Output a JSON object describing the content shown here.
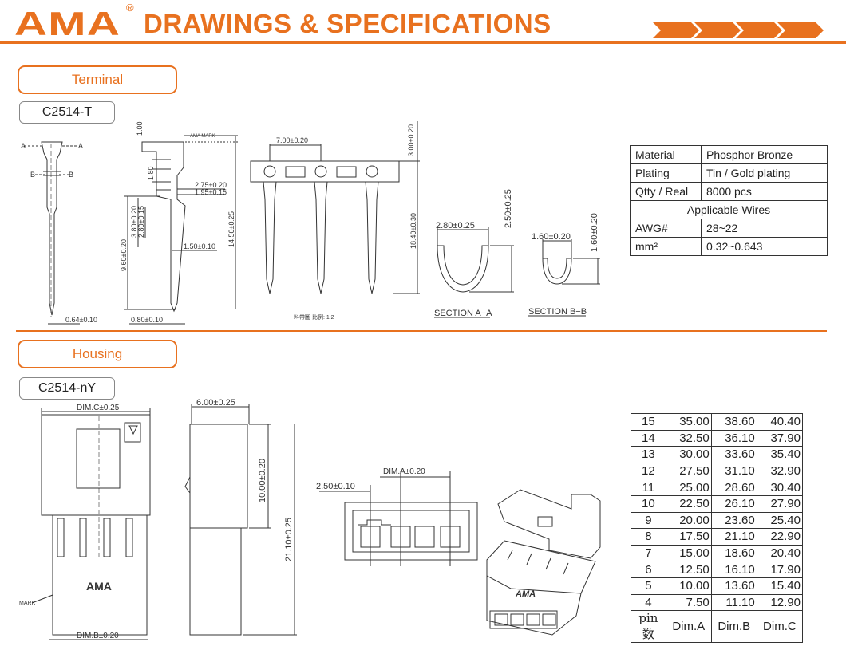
{
  "header": {
    "brand": "AMA",
    "registered": "®",
    "title": "DRAWINGS & SPECIFICATIONS"
  },
  "colors": {
    "accent": "#e8711f"
  },
  "terminal": {
    "section_label": "Terminal",
    "part_code": "C2514-T",
    "drawing_labels": {
      "a_left": "A",
      "a_right": "A",
      "b_left": "B",
      "b_right": "B",
      "d_064": "0.64±0.10",
      "d_100": "1.00",
      "ama_mark": "AMA MARK",
      "d_180": "1.80",
      "d_275": "2.75±0.20",
      "d_195": "1.95±0.15",
      "d_380": "3.80±0.20",
      "d_280": "2.80±0.15",
      "d_150": "1.50±0.10",
      "d_960": "9.60±0.20",
      "d_1450": "14.50±0.25",
      "d_080": "0.80±0.10",
      "d_700": "7.00±0.20",
      "d_300": "3.00±0.20",
      "d_1840": "18.40±0.30",
      "strip_note": "料帶圖 比例: 1:2",
      "d_280b": "2.80±0.25",
      "d_250": "2.50±0.25",
      "section_aa": "SECTION A−A",
      "d_160": "1.60±0.20",
      "d_160v": "1.60±0.20",
      "section_bb": "SECTION B−B"
    },
    "specs": {
      "material_label": "Material",
      "material_value": "Phosphor Bronze",
      "plating_label": "Plating",
      "plating_value": "Tin / Gold plating",
      "qty_label": "Qtty / Real",
      "qty_value": "8000 pcs",
      "wires_header": "Applicable Wires",
      "awg_label": "AWG#",
      "awg_value": "28~22",
      "mm_label": "mm²",
      "mm_value": "0.32~0.643"
    }
  },
  "housing": {
    "section_label": "Housing",
    "part_code": "C2514-nY",
    "drawing_labels": {
      "dim_c": "DIM.C±0.25",
      "mark": "MARK",
      "ama_front": "AMA",
      "dim_b": "DIM.B±0.20",
      "d_600": "6.00±0.25",
      "d_1000": "10.00±0.20",
      "d_2110": "21.10±0.25",
      "dim_a": "DIM.A±0.20",
      "d_250": "2.50±0.10",
      "ama_iso": "AMA"
    },
    "dim_table": {
      "rows": [
        [
          "15",
          "35.00",
          "38.60",
          "40.40"
        ],
        [
          "14",
          "32.50",
          "36.10",
          "37.90"
        ],
        [
          "13",
          "30.00",
          "33.60",
          "35.40"
        ],
        [
          "12",
          "27.50",
          "31.10",
          "32.90"
        ],
        [
          "11",
          "25.00",
          "28.60",
          "30.40"
        ],
        [
          "10",
          "22.50",
          "26.10",
          "27.90"
        ],
        [
          "9",
          "20.00",
          "23.60",
          "25.40"
        ],
        [
          "8",
          "17.50",
          "21.10",
          "22.90"
        ],
        [
          "7",
          "15.00",
          "18.60",
          "20.40"
        ],
        [
          "6",
          "12.50",
          "16.10",
          "17.90"
        ],
        [
          "5",
          "10.00",
          "13.60",
          "15.40"
        ],
        [
          "4",
          "7.50",
          "11.10",
          "12.90"
        ]
      ],
      "footer": [
        "pin数",
        "Dim.A",
        "Dim.B",
        "Dim.C"
      ]
    }
  }
}
